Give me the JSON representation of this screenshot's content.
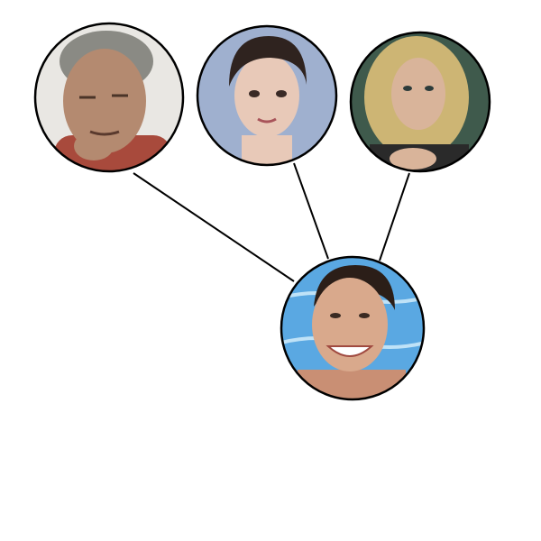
{
  "nodes": [
    {
      "id": "elderly-man",
      "role": "source",
      "skin": "#b48a70",
      "hair": "#8a8a84",
      "bg": "#e9e7e3",
      "shirt": "#a84a3c"
    },
    {
      "id": "short-dark-hair-woman",
      "role": "source",
      "skin": "#e8c9b8",
      "hair": "#2f231f",
      "bg": "#9fb0cf",
      "shirt": "#e8c9b8"
    },
    {
      "id": "blonde-woman",
      "role": "source",
      "skin": "#d9b49a",
      "hair": "#cdb574",
      "bg": "#3f5a4c",
      "shirt": "#2a2a2a"
    },
    {
      "id": "smiling-woman",
      "role": "target",
      "skin": "#d9a98c",
      "hair": "#2b1e18",
      "bg": "#5aa8e2",
      "shirt": "#c98f74"
    }
  ],
  "edges": [
    {
      "from": "elderly-man",
      "to": "smiling-woman"
    },
    {
      "from": "short-dark-hair-woman",
      "to": "smiling-woman"
    },
    {
      "from": "blonde-woman",
      "to": "smiling-woman"
    }
  ],
  "colors": {
    "stroke": "#000000",
    "background": "#ffffff"
  }
}
